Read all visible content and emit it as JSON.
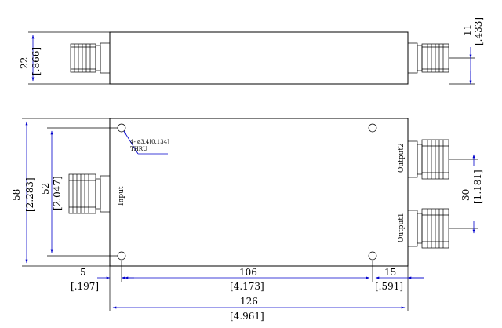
{
  "dims": {
    "top_height_mm": "22",
    "top_height_in": "[.866]",
    "top_conn_mm": "11",
    "top_conn_in": "[.433]",
    "overall_height_mm": "58",
    "overall_height_in": "[2.283]",
    "hole_spacing_v_mm": "52",
    "hole_spacing_v_in": "[2.047]",
    "output_spacing_mm": "30",
    "output_spacing_in": "[1.181]",
    "left_offset_mm": "5",
    "left_offset_in": "[.197]",
    "hole_spacing_h_mm": "106",
    "hole_spacing_h_in": "[4.173]",
    "right_offset_mm": "15",
    "right_offset_in": "[.591]",
    "overall_length_mm": "126",
    "overall_length_in": "[4.961]"
  },
  "labels": {
    "hole_note_line1": "4- ø3.4[0.134]",
    "hole_note_line2": "THRU",
    "input": "Input",
    "output1": "Output1",
    "output2": "Output2"
  },
  "colors": {
    "outline": "#000000",
    "dimension": "#0000cc"
  }
}
